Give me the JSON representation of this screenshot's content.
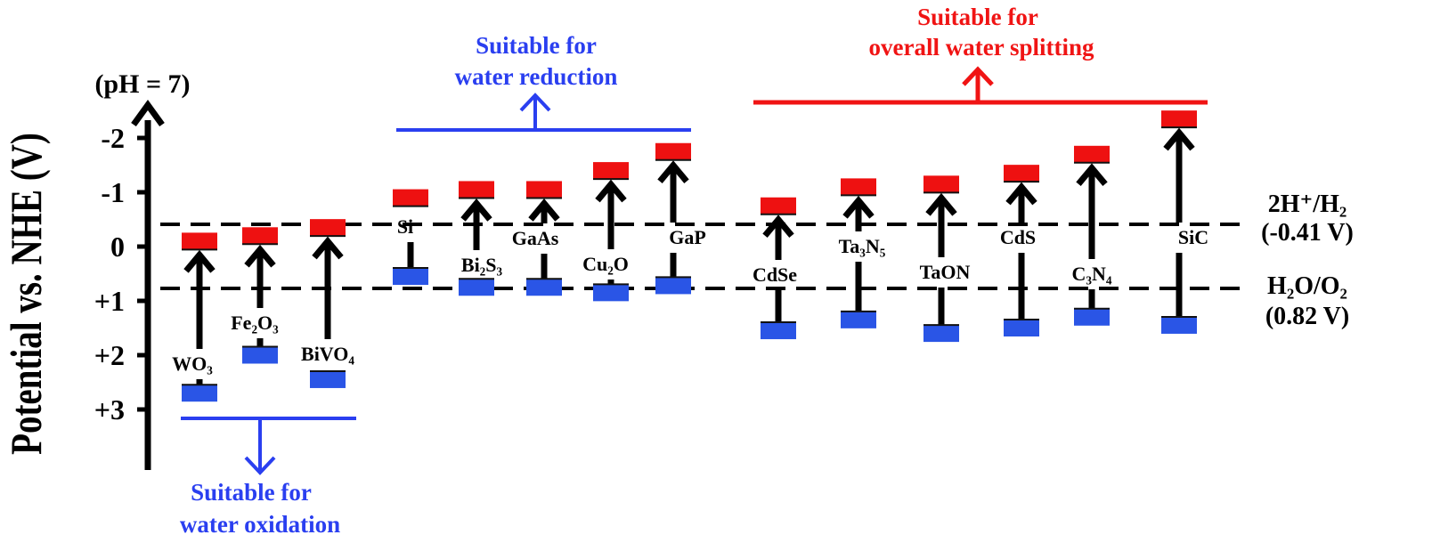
{
  "chart_data": {
    "type": "band-edge-diagram",
    "ph_label": "(pH = 7)",
    "ylabel": "Potential vs. NHE (V)",
    "yticks": [
      "-2",
      "-1",
      "0",
      "+1",
      "+2",
      "+3"
    ],
    "reference_lines": [
      {
        "id": "h2",
        "value": -0.41,
        "label": "2H⁺/H₂",
        "sublabel": "(-0.41 V)"
      },
      {
        "id": "o2",
        "value": 0.82,
        "label": "H₂O/O₂",
        "sublabel": "(0.82 V)"
      }
    ],
    "materials": [
      {
        "name": "WO₃",
        "cb": -0.1,
        "vb": 2.7
      },
      {
        "name": "Fe₂O₃",
        "cb": -0.2,
        "vb": 2.0
      },
      {
        "name": "BiVO₄",
        "cb": -0.35,
        "vb": 2.45
      },
      {
        "name": "Si",
        "cb": -0.9,
        "vb": 0.55
      },
      {
        "name": "Bi₂S₃",
        "cb": -1.05,
        "vb": 0.75
      },
      {
        "name": "GaAs",
        "cb": -1.05,
        "vb": 0.75
      },
      {
        "name": "Cu₂O",
        "cb": -1.4,
        "vb": 0.85
      },
      {
        "name": "GaP",
        "cb": -1.75,
        "vb": 0.72
      },
      {
        "name": "CdSe",
        "cb": -0.75,
        "vb": 1.55
      },
      {
        "name": "Ta₃N₅",
        "cb": -1.1,
        "vb": 1.35
      },
      {
        "name": "TaON",
        "cb": -1.15,
        "vb": 1.6
      },
      {
        "name": "CdS",
        "cb": -1.35,
        "vb": 1.5
      },
      {
        "name": "C₃N₄",
        "cb": -1.7,
        "vb": 1.3
      },
      {
        "name": "SiC",
        "cb": -2.35,
        "vb": 1.45
      }
    ],
    "groups": [
      {
        "id": "oxidation",
        "title_line1": "Suitable for",
        "title_line2": "water oxidation",
        "color": "#2a3ff0"
      },
      {
        "id": "reduction",
        "title_line1": "Suitable for",
        "title_line2": "water reduction",
        "color": "#2a3ff0"
      },
      {
        "id": "overall",
        "title_line1": "Suitable for",
        "title_line2": "overall water splitting",
        "color": "#f01414"
      }
    ],
    "colors": {
      "cb": "#ee1111",
      "vb": "#2a55e6",
      "axis": "#000000"
    }
  }
}
